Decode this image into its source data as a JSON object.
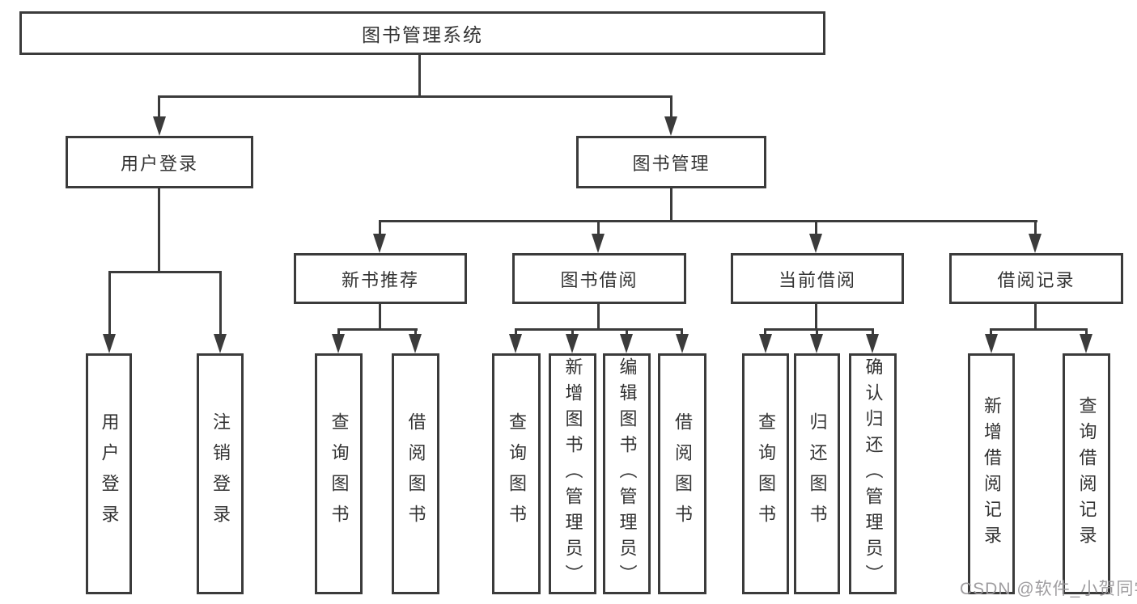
{
  "diagram": {
    "root": "图书管理系统",
    "branches": [
      {
        "label": "用户登录",
        "children": [
          "用户登录",
          "注销登录"
        ]
      },
      {
        "label": "图书管理",
        "children": [
          {
            "label": "新书推荐",
            "children": [
              "查询图书",
              "借阅图书"
            ]
          },
          {
            "label": "图书借阅",
            "children": [
              "查询图书",
              "新增图书（管理员）",
              "编辑图书（管理员）",
              "借阅图书"
            ]
          },
          {
            "label": "当前借阅",
            "children": [
              "查询图书",
              "归还图书",
              "确认归还（管理员）"
            ]
          },
          {
            "label": "借阅记录",
            "children": [
              "新增借阅记录",
              "查询借阅记录"
            ]
          }
        ]
      }
    ],
    "watermark": "CSDN @软件_小贺同学",
    "colors": {
      "line": "#3b3b3b",
      "text": "#333333",
      "watermark": "#9a989b",
      "background": "#ffffff"
    }
  }
}
